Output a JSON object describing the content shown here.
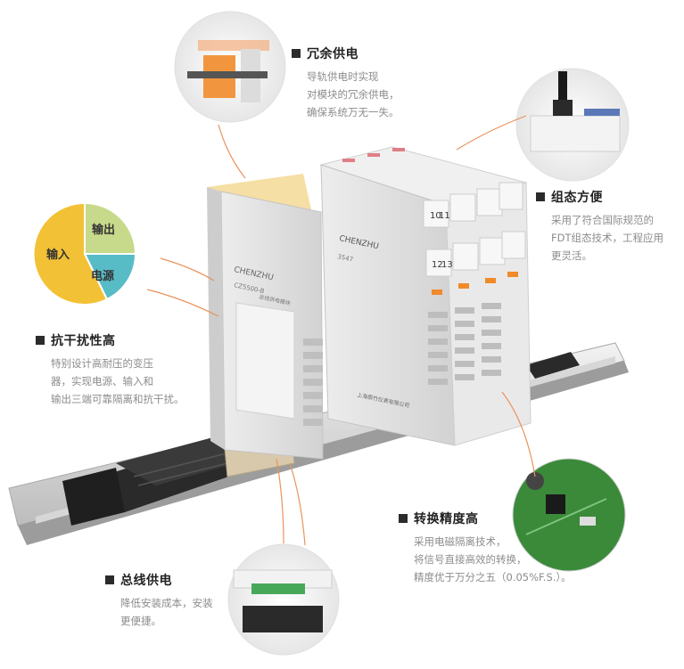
{
  "features": {
    "redundant": {
      "title": "冗余供电",
      "lines": [
        "导轨供电时实现",
        "对模块的冗余供电，",
        "确保系统万无一失。"
      ]
    },
    "config": {
      "title": "组态方便",
      "lines": [
        "采用了符合国际规范的",
        "FDT组态技术，工程应用",
        "更灵活。"
      ]
    },
    "anti": {
      "title": "抗干扰性高",
      "lines": [
        "特别设计高耐压的变压",
        "器，实现电源、输入和",
        "输出三端可靠隔离和抗干扰。"
      ]
    },
    "precision": {
      "title": "转换精度高",
      "lines": [
        "采用电磁隔离技术，",
        "将信号直接高效的转换，",
        "精度优于万分之五（0.05%F.S.）。"
      ]
    },
    "bus": {
      "title": "总线供电",
      "lines": [
        "降低安装成本，安装",
        "更便捷。"
      ]
    }
  },
  "isolation_pie": {
    "output": "输出",
    "input": "输入",
    "power": "电源",
    "colors": {
      "output": "#c7d98a",
      "input": "#f2c135",
      "power": "#58bcc6"
    }
  },
  "module": {
    "brand": "CHENZHU",
    "model_left": "CZ5500-B",
    "model_right": "3547",
    "terminal_top": [
      "10",
      "11"
    ],
    "terminal_bottom": [
      "12",
      "13"
    ],
    "company": "上海辰竹仪表有限公司",
    "left_label": "总线供电模块"
  },
  "accent": {
    "arrow": "#e9925a",
    "housing": "#e4e4e4",
    "led": "#f08a2a"
  }
}
